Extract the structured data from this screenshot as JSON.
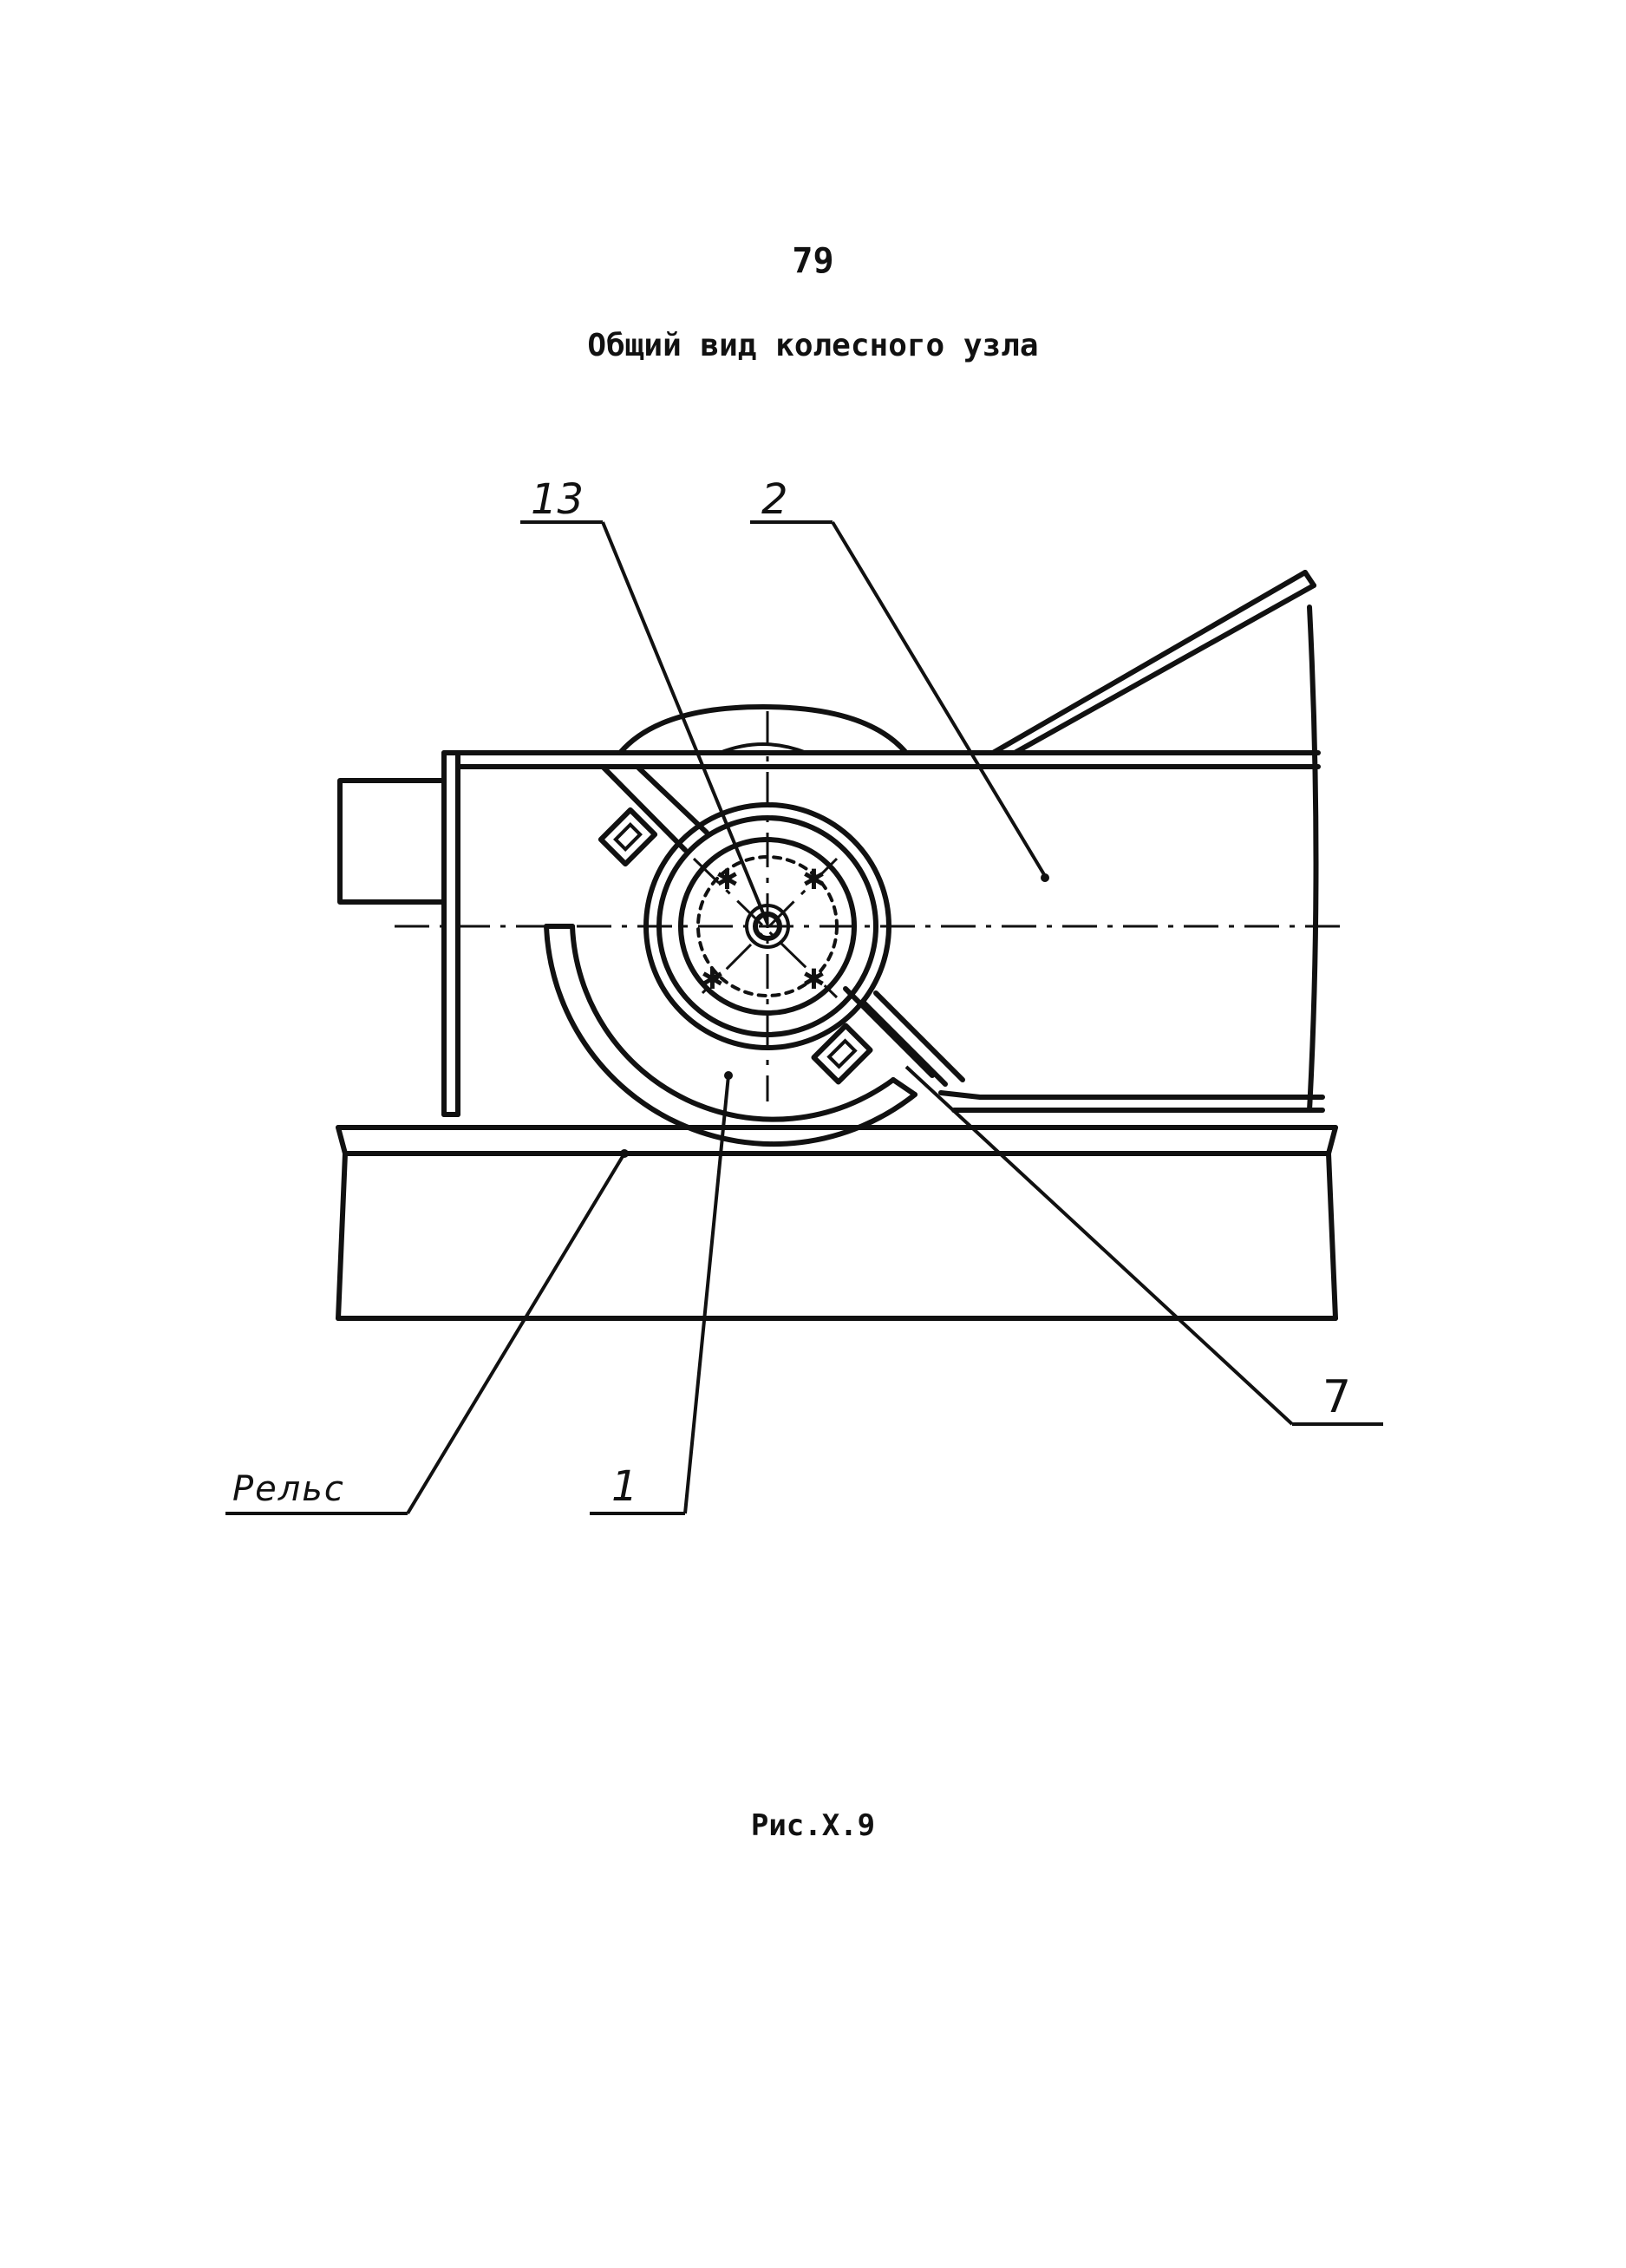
{
  "page_number": "79",
  "title": "Общий вид колесного узла",
  "caption": "Рис.X.9",
  "callouts": {
    "c13": "13",
    "c2": "2",
    "c7": "7",
    "c1": "1",
    "rail": "Рельс"
  }
}
